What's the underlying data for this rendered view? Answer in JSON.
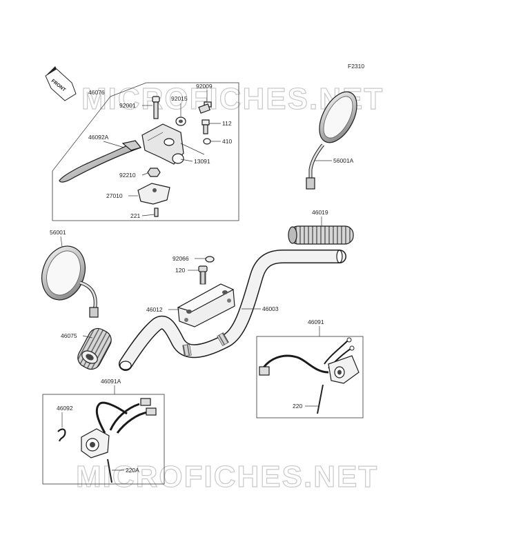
{
  "figure": {
    "code": "F2310",
    "front_label": "FRONT"
  },
  "watermark": "MICROFICHES.NET",
  "labels": {
    "p46076": "46076",
    "p92009": "92009",
    "p92001": "92001",
    "p92015": "92015",
    "p112": "112",
    "p410": "410",
    "p46092A": "46092A",
    "p13091": "13091",
    "p92210": "92210",
    "p27010": "27010",
    "p221": "221",
    "p56001A": "56001A",
    "p46019": "46019",
    "p56001": "56001",
    "p92066": "92066",
    "p120": "120",
    "p46012": "46012",
    "p46003": "46003",
    "p46091": "46091",
    "p46075": "46075",
    "p220": "220",
    "p46091A": "46091A",
    "p46092": "46092",
    "p220A": "220A"
  }
}
